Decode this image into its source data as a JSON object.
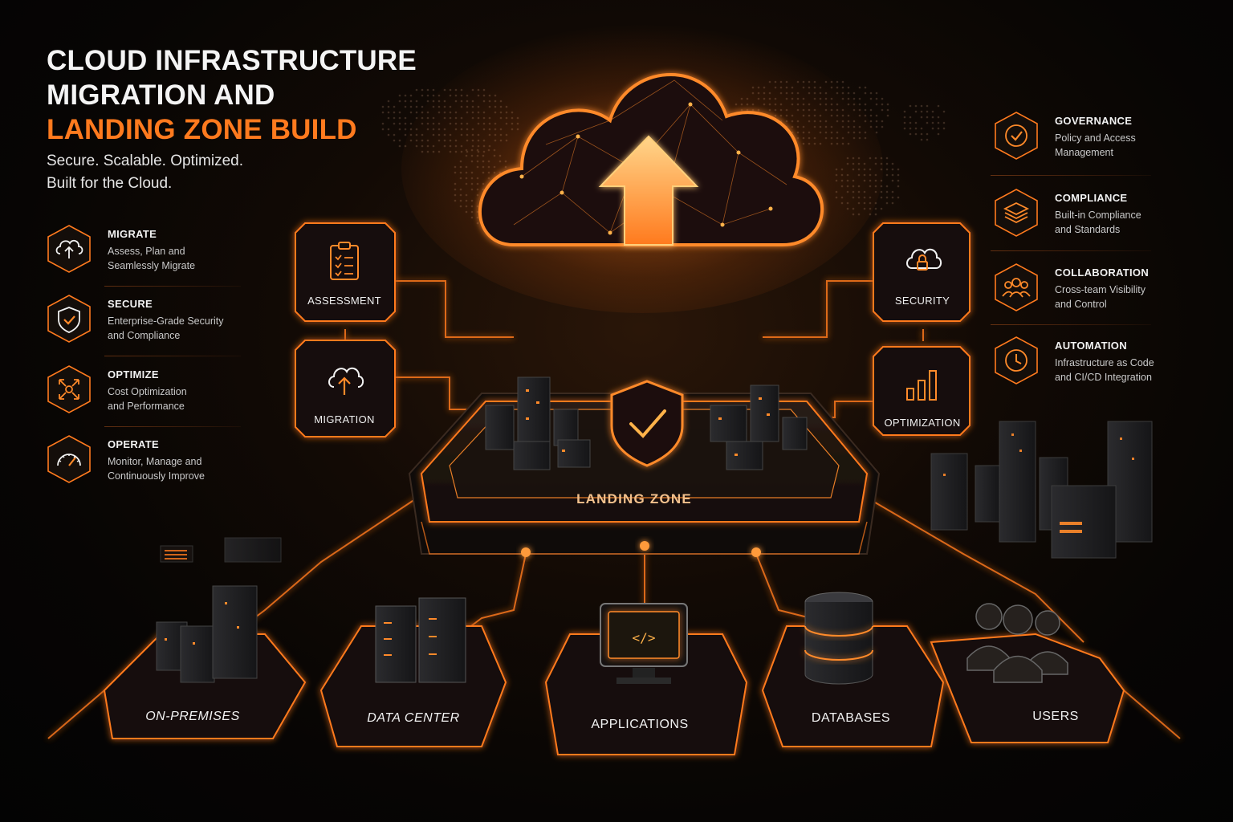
{
  "title": {
    "line1": "CLOUD INFRASTRUCTURE",
    "line2": "MIGRATION AND",
    "line3": "LANDING ZONE BUILD"
  },
  "subtitle": {
    "line1": "Secure. Scalable. Optimized.",
    "line2": "Built for the Cloud."
  },
  "left_features": [
    {
      "head": "MIGRATE",
      "desc1": "Assess, Plan and",
      "desc2": "Seamlessly Migrate",
      "icon": "cloud-upload-icon"
    },
    {
      "head": "SECURE",
      "desc1": "Enterprise-Grade Security",
      "desc2": "and Compliance",
      "icon": "shield-check-icon"
    },
    {
      "head": "OPTIMIZE",
      "desc1": "Cost Optimization",
      "desc2": "and Performance",
      "icon": "arrows-expand-icon"
    },
    {
      "head": "OPERATE",
      "desc1": "Monitor, Manage and",
      "desc2": "Continuously Improve",
      "icon": "gauge-icon"
    }
  ],
  "right_features": [
    {
      "head": "GOVERNANCE",
      "desc1": "Policy and Access",
      "desc2": "Management",
      "icon": "check-circle-icon"
    },
    {
      "head": "COMPLIANCE",
      "desc1": "Built-in Compliance",
      "desc2": "and Standards",
      "icon": "layers-icon"
    },
    {
      "head": "COLLABORATION",
      "desc1": "Cross-team Visibility",
      "desc2": "and Control",
      "icon": "team-icon"
    },
    {
      "head": "AUTOMATION",
      "desc1": "Infrastructure as Code",
      "desc2": "and CI/CD Integration",
      "icon": "clock-icon"
    }
  ],
  "panels": {
    "assessment": "ASSESSMENT",
    "migration": "MIGRATION",
    "security": "SECURITY",
    "optimization": "OPTIMIZATION"
  },
  "landing_zone": "LANDING ZONE",
  "pads": {
    "on_premises": "ON-PREMISES",
    "data_center": "DATA CENTER",
    "applications": "APPLICATIONS",
    "databases": "DATABASES",
    "users": "USERS"
  },
  "colors": {
    "accent": "#ff7a1e",
    "glow": "#ffb24a",
    "dark_surface": "#141010"
  }
}
